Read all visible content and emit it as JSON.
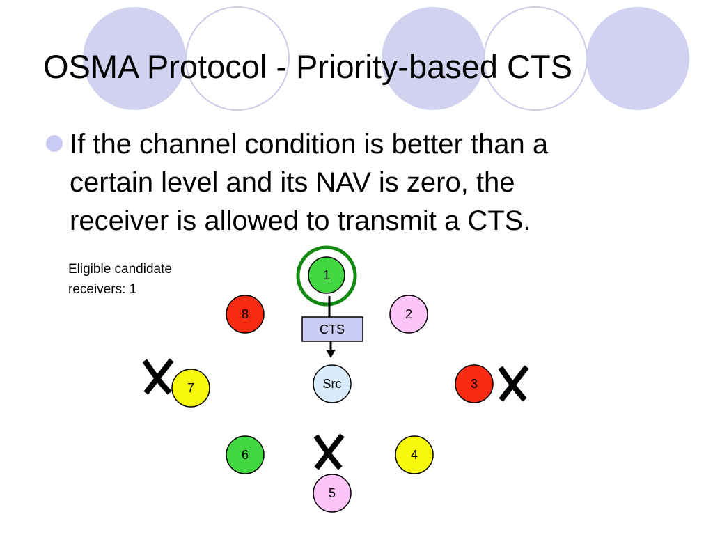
{
  "slide": {
    "title": "OSMA Protocol - Priority-based CTS",
    "bullet_line_1": "If the channel condition is better than a",
    "bullet_line_2": "certain level and its NAV is zero, the",
    "bullet_line_3": "receiver is allowed to transmit a CTS."
  },
  "caption": {
    "line_1": "Eligible candidate",
    "line_2": "receivers: 1"
  },
  "diagram": {
    "cts_label": "CTS",
    "source": {
      "label": "Src",
      "color": "#d7ebfb"
    },
    "nodes": [
      {
        "label": "1",
        "color": "#43d843",
        "status": "eligible"
      },
      {
        "label": "2",
        "color": "#fcc4f8",
        "status": "neutral"
      },
      {
        "label": "3",
        "color": "#f52a10",
        "status": "excluded"
      },
      {
        "label": "4",
        "color": "#f8f80a",
        "status": "neutral"
      },
      {
        "label": "5",
        "color": "#fcc4f8",
        "status": "excluded"
      },
      {
        "label": "6",
        "color": "#43d843",
        "status": "neutral"
      },
      {
        "label": "7",
        "color": "#f8f80a",
        "status": "excluded"
      },
      {
        "label": "8",
        "color": "#f52a10",
        "status": "neutral"
      }
    ],
    "ring_color": "#128a12",
    "cts_box_color": "#cacbf2",
    "cross_icon": "x-mark-icon"
  },
  "theme": {
    "deco_circle_fill": "#d0d2f0",
    "deco_circle_outline": "#c9cbe8",
    "bullet_color": "#c9cbf2"
  }
}
